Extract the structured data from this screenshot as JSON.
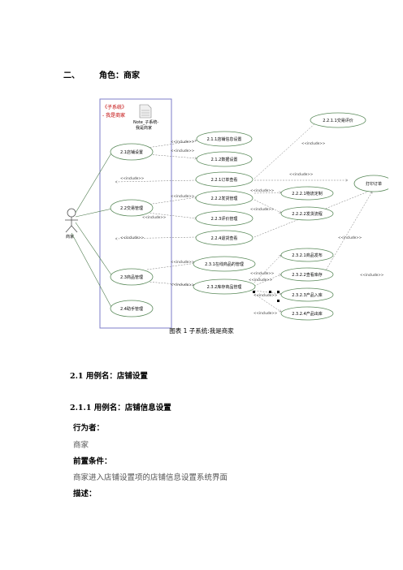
{
  "heading": {
    "number": "二、",
    "title": "角色：商家"
  },
  "diagram": {
    "system_tag": "《子系统》",
    "system_name": "- 我是商家",
    "note_label": "Note_子系统-",
    "note_sub": "我是商家",
    "actor": "商家",
    "usecases": {
      "uc21": "2.1店铺设置",
      "uc211": "2.1.1店铺信息设置",
      "uc212": "2.1.2数据设置",
      "uc22": "2.2交易管理",
      "uc221": "2.2.1订单查看",
      "uc222": "2.2.2发货管理",
      "uc223": "2.2.3评价管理",
      "uc224": "2.2.4退货查看",
      "uc2211": "2.2.1.1交易评价",
      "uc2221": "2.2.2.1物流定制",
      "uc2222": "2.2.2.2发货流程",
      "print": "打印订单",
      "uc23": "2.3商品管理",
      "uc231": "2.3.1在线商品的管理",
      "uc232": "2.3.2库存商品管理",
      "uc2321": "2.3.2.1商品发布",
      "uc2322": "2.3.2.2查看库存",
      "uc2323": "2.3.2.3产品入库",
      "uc2324": "2.3.2.4产品出库",
      "uc24": "2.4助手管理"
    },
    "include": "<<include>>"
  },
  "caption": "图表 1 子系统:我是商家",
  "sec21": "2.1 用例名：店铺设置",
  "sec211": "2.1.1 用例名：店铺信息设置",
  "actor_label": "行为者：",
  "actor_value": "商家",
  "pre_label": "前置条件：",
  "pre_value": "商家进入店铺设置项的店铺信息设置系统界面",
  "desc_label": "描述："
}
